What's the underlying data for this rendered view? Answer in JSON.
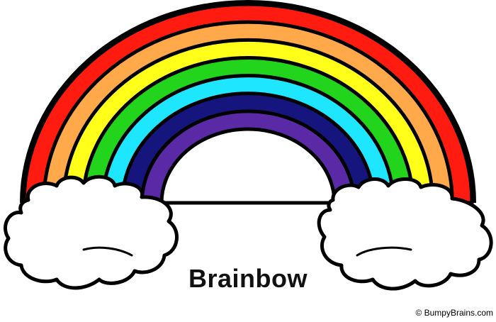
{
  "title": "Brainbow",
  "credit": "© BumpyBrains.com",
  "rainbow": {
    "bands": [
      {
        "name": "red",
        "color": "#ff1b10"
      },
      {
        "name": "orange",
        "color": "#ffa94a"
      },
      {
        "name": "yellow",
        "color": "#ffff1a"
      },
      {
        "name": "green",
        "color": "#22d41c"
      },
      {
        "name": "cyan",
        "color": "#1ee6ff"
      },
      {
        "name": "navy",
        "color": "#16157d"
      },
      {
        "name": "purple",
        "color": "#5a2aa6"
      }
    ],
    "outline_color": "#000000"
  },
  "clouds": {
    "fill": "#ffffff",
    "outline": "#000000"
  },
  "icons": [
    "rainbow-icon",
    "left-cloud-brain-icon",
    "right-cloud-brain-icon"
  ]
}
